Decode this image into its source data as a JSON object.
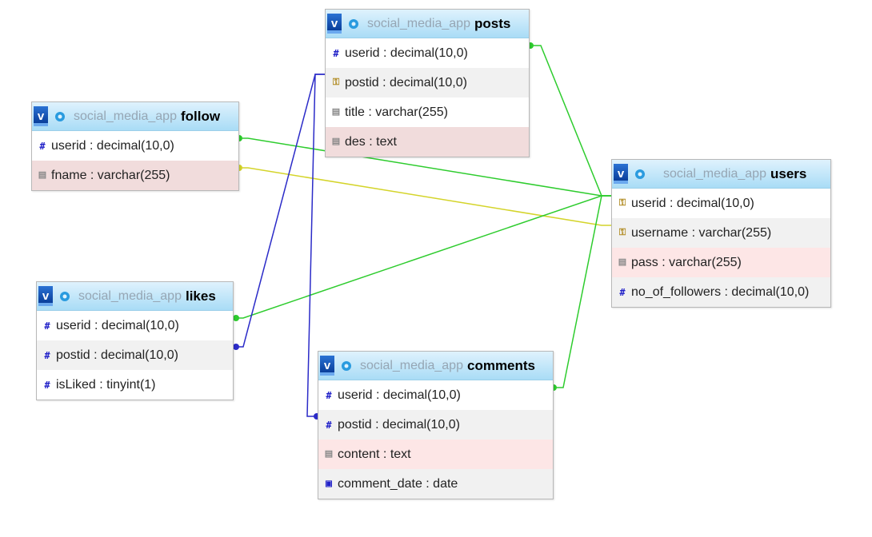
{
  "database": "social_media_app",
  "toggle_label": "v",
  "tables": {
    "posts": {
      "name": "posts",
      "columns": [
        {
          "icon": "hash-icon",
          "text": "userid : decimal(10,0)"
        },
        {
          "icon": "key-icon",
          "text": "postid : decimal(10,0)"
        },
        {
          "icon": "text-icon",
          "text": "title : varchar(255)"
        },
        {
          "icon": "text-icon",
          "text": "des : text"
        }
      ]
    },
    "follow": {
      "name": "follow",
      "columns": [
        {
          "icon": "hash-icon",
          "text": "userid : decimal(10,0)"
        },
        {
          "icon": "text-icon",
          "text": "fname : varchar(255)"
        }
      ]
    },
    "users": {
      "name": "users",
      "columns": [
        {
          "icon": "key-icon",
          "text": "userid : decimal(10,0)"
        },
        {
          "icon": "key-icon",
          "text": "username : varchar(255)"
        },
        {
          "icon": "text-icon",
          "text": "pass : varchar(255)"
        },
        {
          "icon": "hash-icon",
          "text": "no_of_followers : decimal(10,0)"
        }
      ]
    },
    "likes": {
      "name": "likes",
      "columns": [
        {
          "icon": "hash-icon",
          "text": "userid : decimal(10,0)"
        },
        {
          "icon": "hash-icon",
          "text": "postid : decimal(10,0)"
        },
        {
          "icon": "hash-icon",
          "text": "isLiked : tinyint(1)"
        }
      ]
    },
    "comments": {
      "name": "comments",
      "columns": [
        {
          "icon": "hash-icon",
          "text": "userid : decimal(10,0)"
        },
        {
          "icon": "hash-icon",
          "text": "postid : decimal(10,0)"
        },
        {
          "icon": "text-icon",
          "text": "content : text"
        },
        {
          "icon": "calendar-icon",
          "text": "comment_date : date"
        }
      ]
    }
  },
  "relations": [
    {
      "from": "posts.userid",
      "to": "users.userid",
      "color": "#2ecc2e"
    },
    {
      "from": "follow.userid",
      "to": "users.userid",
      "color": "#2ecc2e"
    },
    {
      "from": "follow.fname",
      "to": "users.username",
      "color": "#d4d42a"
    },
    {
      "from": "likes.userid",
      "to": "users.userid",
      "color": "#2ecc2e"
    },
    {
      "from": "comments.userid",
      "to": "users.userid",
      "color": "#2ecc2e"
    },
    {
      "from": "likes.postid",
      "to": "posts.postid",
      "color": "#2b2bc8"
    },
    {
      "from": "comments.postid",
      "to": "posts.postid",
      "color": "#2b2bc8"
    }
  ]
}
